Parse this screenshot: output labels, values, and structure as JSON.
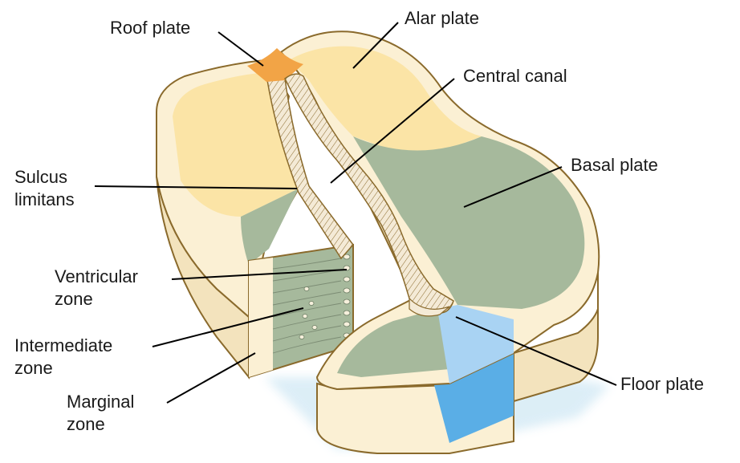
{
  "labels": {
    "roof_plate": "Roof plate",
    "alar_plate": "Alar plate",
    "central_canal": "Central canal",
    "basal_plate": "Basal plate",
    "sulcus_limitans_line1": "Sulcus",
    "sulcus_limitans_line2": "limitans",
    "ventricular_zone_line1": "Ventricular",
    "ventricular_zone_line2": "zone",
    "intermediate_zone_line1": "Intermediate",
    "intermediate_zone_line2": "zone",
    "marginal_zone_line1": "Marginal",
    "marginal_zone_line2": "zone",
    "floor_plate": "Floor plate"
  },
  "colors": {
    "outline": "#8a6a2c",
    "cream": "#fbf0d4",
    "cream_side": "#f3e3bd",
    "alar": "#fbe4a6",
    "basal": "#a6b99c",
    "roof": "#f2a446",
    "floor_light": "#a9d3f3",
    "floor_dark": "#5aaee6",
    "canal_wall": "#f4ead6",
    "leader": "#000000"
  }
}
